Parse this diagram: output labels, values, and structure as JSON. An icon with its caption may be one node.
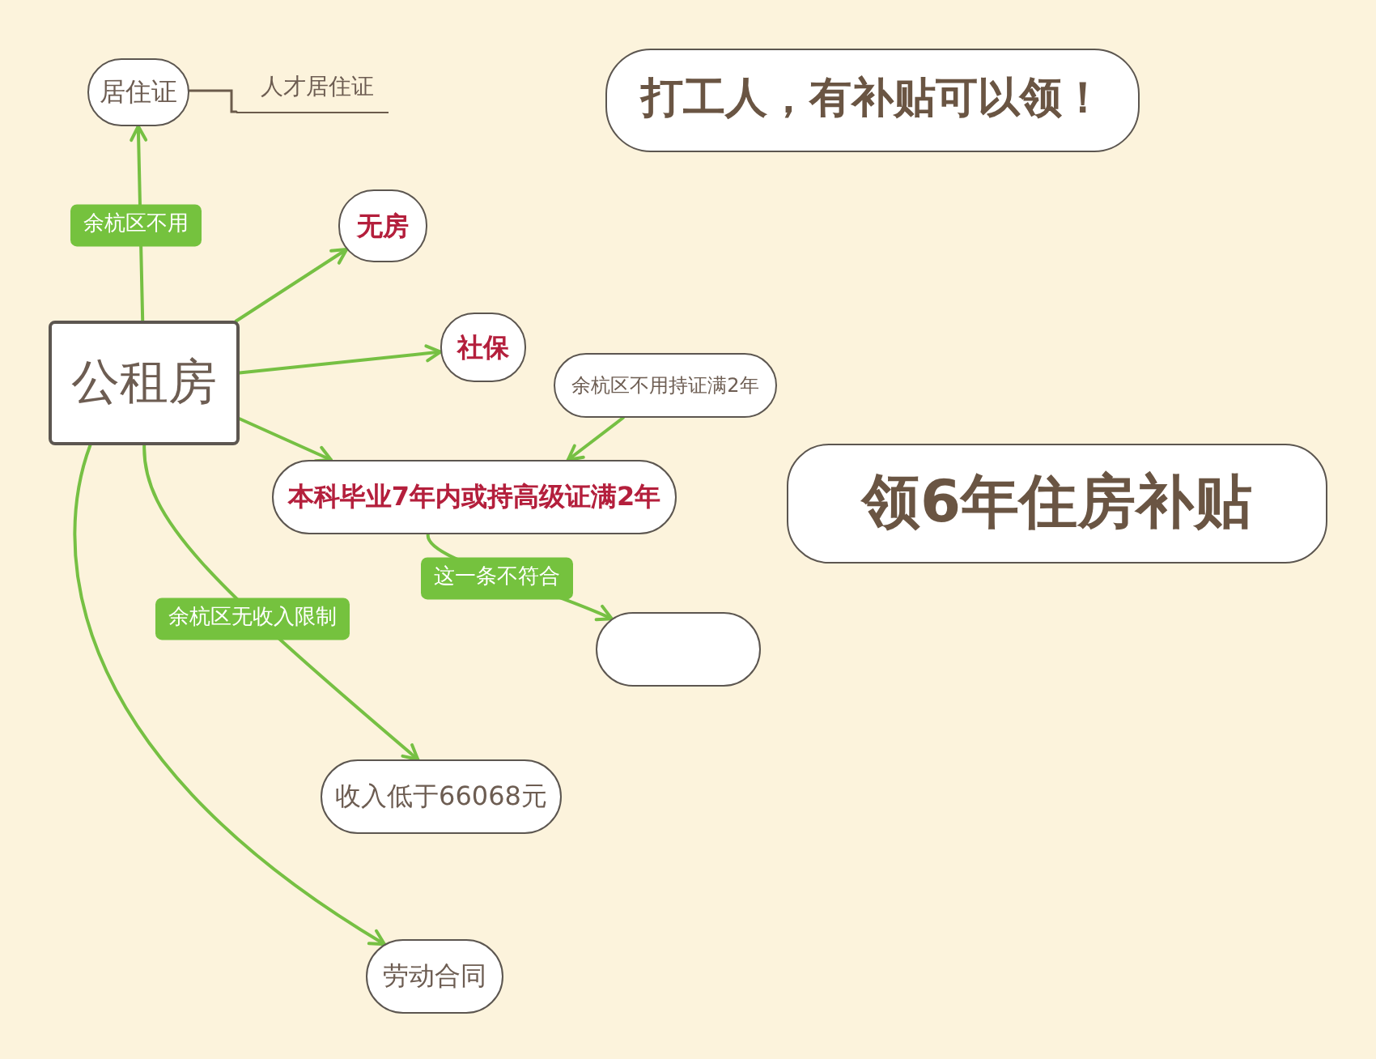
{
  "diagram": {
    "nodes": [
      {
        "text": [
          "公租房"
        ]
      },
      {
        "text": [
          "居住证"
        ]
      },
      {
        "text": [
          "人才居住证"
        ]
      },
      {
        "text": [
          "无房"
        ]
      },
      {
        "text": [
          "社保"
        ]
      },
      {
        "text": [
          "余杭区不用持证满2年"
        ]
      },
      {
        "text": [
          "本科毕业7年内或持高级证满2年"
        ]
      },
      {
        "text": [],
        "shape": "box"
      },
      {
        "text": [
          "收入低于66068元"
        ]
      },
      {
        "text": [
          "劳动合同"
        ]
      },
      {
        "text": [
          "打工人，有补贴可以领！"
        ]
      },
      {
        "text": [
          "领6年住房补贴"
        ]
      }
    ],
    "edges": [
      {
        "from": 0,
        "to": 1,
        "arrow": "to",
        "label": "余杭区不用"
      },
      {
        "from": 1,
        "to": 2,
        "arrow": "none",
        "color": "#6b5b4b"
      },
      {
        "from": 0,
        "to": 3,
        "arrow": "to"
      },
      {
        "from": 0,
        "to": 4,
        "arrow": "to"
      },
      {
        "from": 0,
        "to": 6,
        "arrow": "to"
      },
      {
        "from": 5,
        "to": 6,
        "arrow": "to"
      },
      {
        "from": 6,
        "to": 7,
        "arrow": "to",
        "label": "这一条不符合"
      },
      {
        "from": 0,
        "to": 8,
        "arrow": "to",
        "label": "余杭区无收入限制"
      },
      {
        "from": 0,
        "to": 9,
        "arrow": "to"
      }
    ]
  }
}
